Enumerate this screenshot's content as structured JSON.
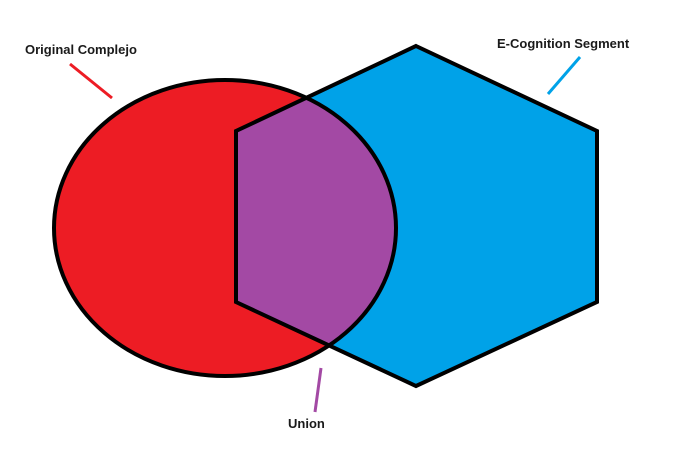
{
  "labels": {
    "original": "Original Complejo",
    "segment": "E-Cognition Segment",
    "union": "Union"
  },
  "colors": {
    "original": "#ed1c24",
    "segment": "#00a2e8",
    "union": "#a349a4",
    "outline": "#000000"
  }
}
